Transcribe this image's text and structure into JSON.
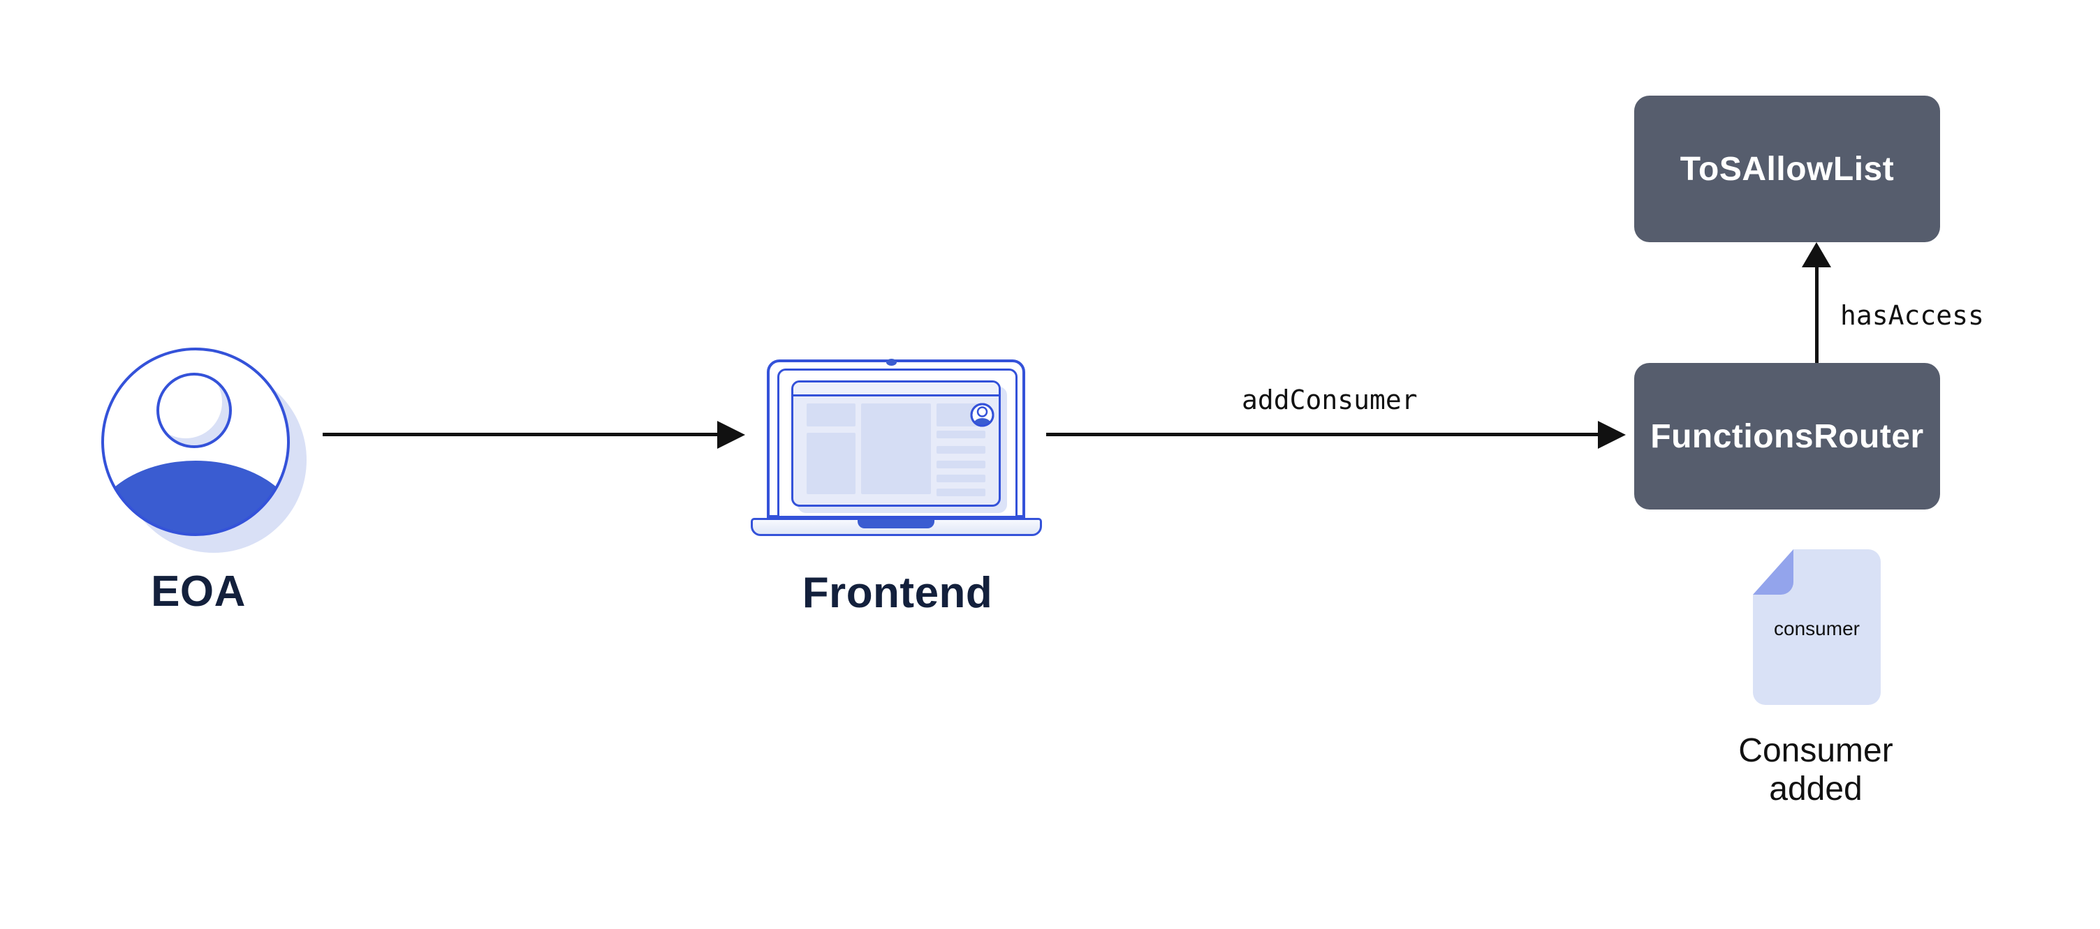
{
  "nodes": {
    "eoa": {
      "label": "EOA"
    },
    "frontend": {
      "label": "Frontend"
    },
    "tosAllowList": {
      "label": "ToSAllowList"
    },
    "functionsRouter": {
      "label": "FunctionsRouter"
    },
    "consumerDoc": {
      "file_label": "consumer",
      "caption": "Consumer added"
    }
  },
  "edges": {
    "frontendToRouter": {
      "label": "addConsumer"
    },
    "routerToAllowList": {
      "label": "hasAccess"
    }
  },
  "colors": {
    "box_fill": "#565D6D",
    "box_text": "#FFFFFF",
    "blue_stroke": "#3452D9",
    "blue_fill": "#3A5CD1",
    "lavender": "#D9E1F6",
    "lavender_fold": "#93A4EC",
    "navy_text": "#13203C",
    "arrow": "#111111"
  }
}
